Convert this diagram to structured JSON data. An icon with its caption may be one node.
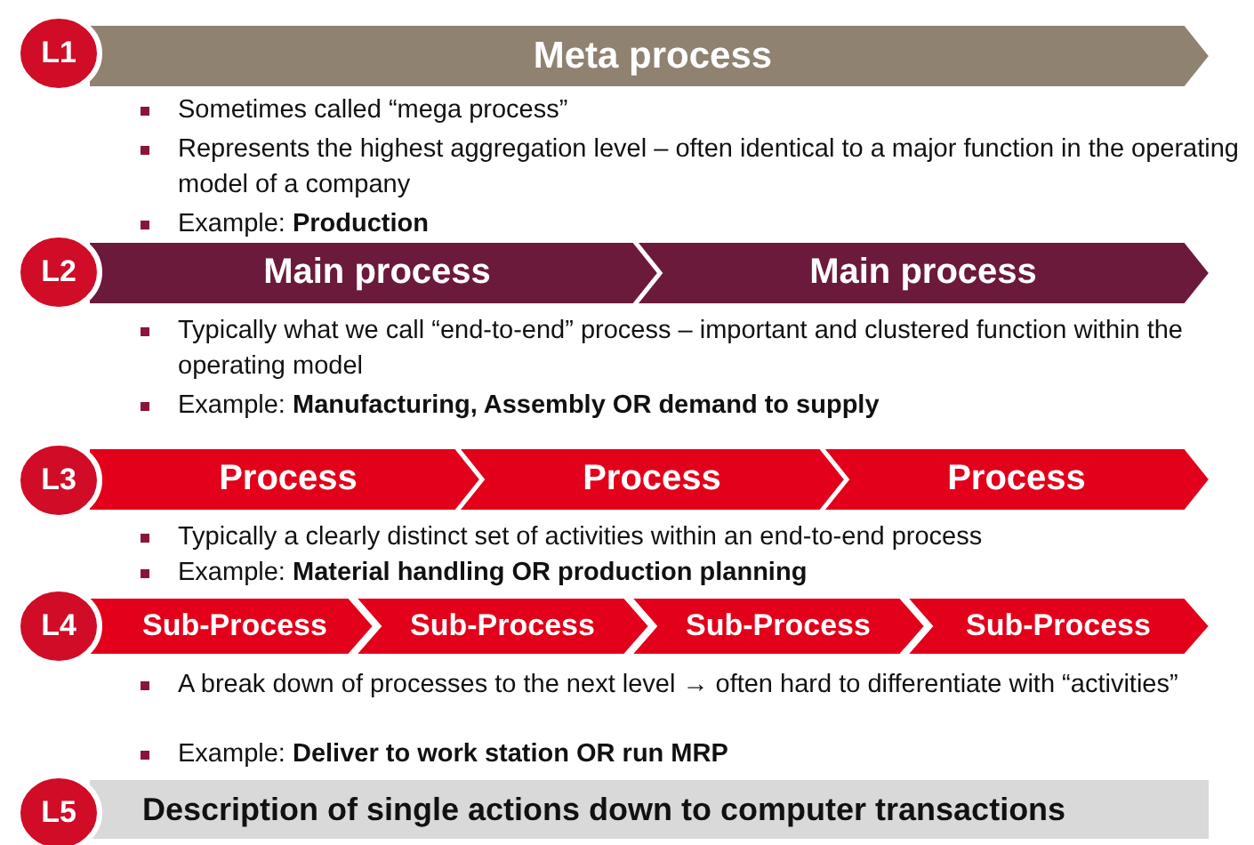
{
  "diagram": {
    "nodes": [
      {
        "text": [
          "L1"
        ]
      },
      {
        "text": [
          "Meta process"
        ]
      },
      {
        "text": [
          "L2"
        ]
      },
      {
        "text": [
          "Main process"
        ]
      },
      {
        "text": [
          "Main process"
        ]
      },
      {
        "text": [
          "L3"
        ]
      },
      {
        "text": [
          "Process"
        ]
      },
      {
        "text": [
          "Process"
        ]
      },
      {
        "text": [
          "Process"
        ]
      },
      {
        "text": [
          "L4"
        ]
      },
      {
        "text": [
          "Sub-Process"
        ]
      },
      {
        "text": [
          "Sub-Process"
        ]
      },
      {
        "text": [
          "Sub-Process"
        ]
      },
      {
        "text": [
          "Sub-Process"
        ]
      },
      {
        "text": [
          "L5"
        ]
      },
      {
        "text": [
          "Description of single actions down to computer transactions"
        ]
      }
    ],
    "edges": [],
    "labels": [
      "Sometimes called “mega process”",
      "Represents the highest aggregation level – often identical to a major function in the operating model of a company",
      "Example: **Production**",
      "Typically what we call “end-to-end” process – important and clustered function within the operating model",
      "Example: **Manufacturing, Assembly OR demand to supply**",
      "Typically a clearly distinct set of activities within an end-to-end process",
      "Example: **Material handling OR production planning**",
      "A break down of processes to the next level → often hard to differentiate with “activities”",
      "Example: **Deliver to work station OR run MRP**"
    ]
  }
}
